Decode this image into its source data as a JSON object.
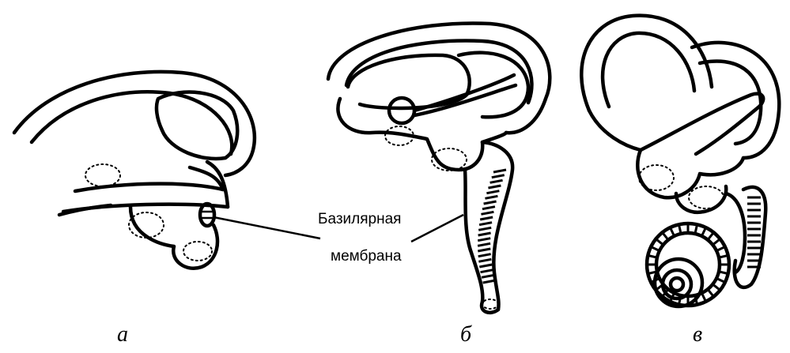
{
  "figure": {
    "label_text": [
      "Базилярная",
      "мембрана"
    ],
    "panels": [
      {
        "id": "a",
        "caption": "а"
      },
      {
        "id": "b",
        "caption": "б"
      },
      {
        "id": "v",
        "caption": "в"
      }
    ]
  }
}
